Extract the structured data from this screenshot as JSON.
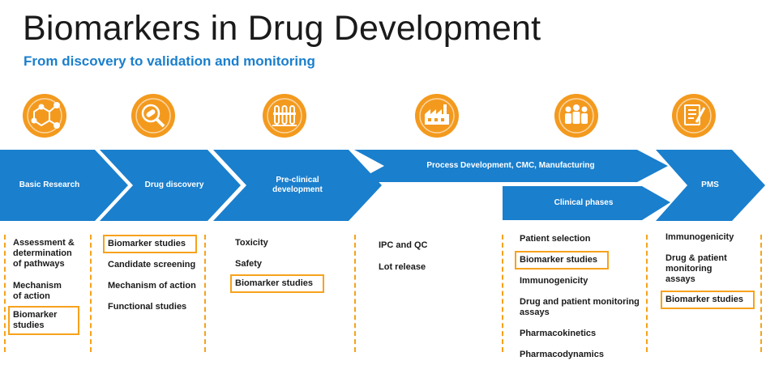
{
  "title": "Biomarkers in Drug Development",
  "subtitle": "From discovery to validation and monitoring",
  "colors": {
    "arrow_blue": "#1a7fcd",
    "icon_orange": "#f39a1e",
    "highlight": "#f7a21c",
    "title_blue": "#1a7fcd"
  },
  "stages": [
    {
      "label": "Basic Research",
      "icon": "molecule-icon"
    },
    {
      "label": "Drug discovery",
      "icon": "magnifier-pill-icon"
    },
    {
      "label": "Pre-clinical development",
      "icon": "test-tubes-icon"
    },
    {
      "label": "Process Development, CMC, Manufacturing",
      "icon": "factory-icon"
    },
    {
      "label": "Clinical phases",
      "icon": "people-icon"
    },
    {
      "label": "PMS",
      "icon": "checklist-icon"
    }
  ],
  "columns": [
    {
      "items": [
        {
          "text": "Assessment & determination of pathways",
          "highlight": false
        },
        {
          "text": "Mechanism of action",
          "highlight": false
        },
        {
          "text": "Biomarker studies",
          "highlight": true
        }
      ]
    },
    {
      "items": [
        {
          "text": "Biomarker studies",
          "highlight": true
        },
        {
          "text": "Candidate screening",
          "highlight": false
        },
        {
          "text": "Mechanism of action",
          "highlight": false
        },
        {
          "text": "Functional studies",
          "highlight": false
        }
      ]
    },
    {
      "items": [
        {
          "text": "Toxicity",
          "highlight": false
        },
        {
          "text": "Safety",
          "highlight": false
        },
        {
          "text": "Biomarker studies",
          "highlight": true
        }
      ]
    },
    {
      "items": [
        {
          "text": "IPC and QC",
          "highlight": false
        },
        {
          "text": "Lot release",
          "highlight": false
        }
      ]
    },
    {
      "items": [
        {
          "text": "Patient selection",
          "highlight": false
        },
        {
          "text": "Biomarker studies",
          "highlight": true
        },
        {
          "text": "Immunogenicity",
          "highlight": false
        },
        {
          "text": "Drug and patient monitoring assays",
          "highlight": false
        },
        {
          "text": "Pharmacokinetics",
          "highlight": false
        },
        {
          "text": "Pharmacodynamics",
          "highlight": false
        }
      ]
    },
    {
      "items": [
        {
          "text": "Immunogenicity",
          "highlight": false
        },
        {
          "text": "Drug & patient monitoring assays",
          "highlight": false
        },
        {
          "text": "Biomarker studies",
          "highlight": true
        }
      ]
    }
  ]
}
